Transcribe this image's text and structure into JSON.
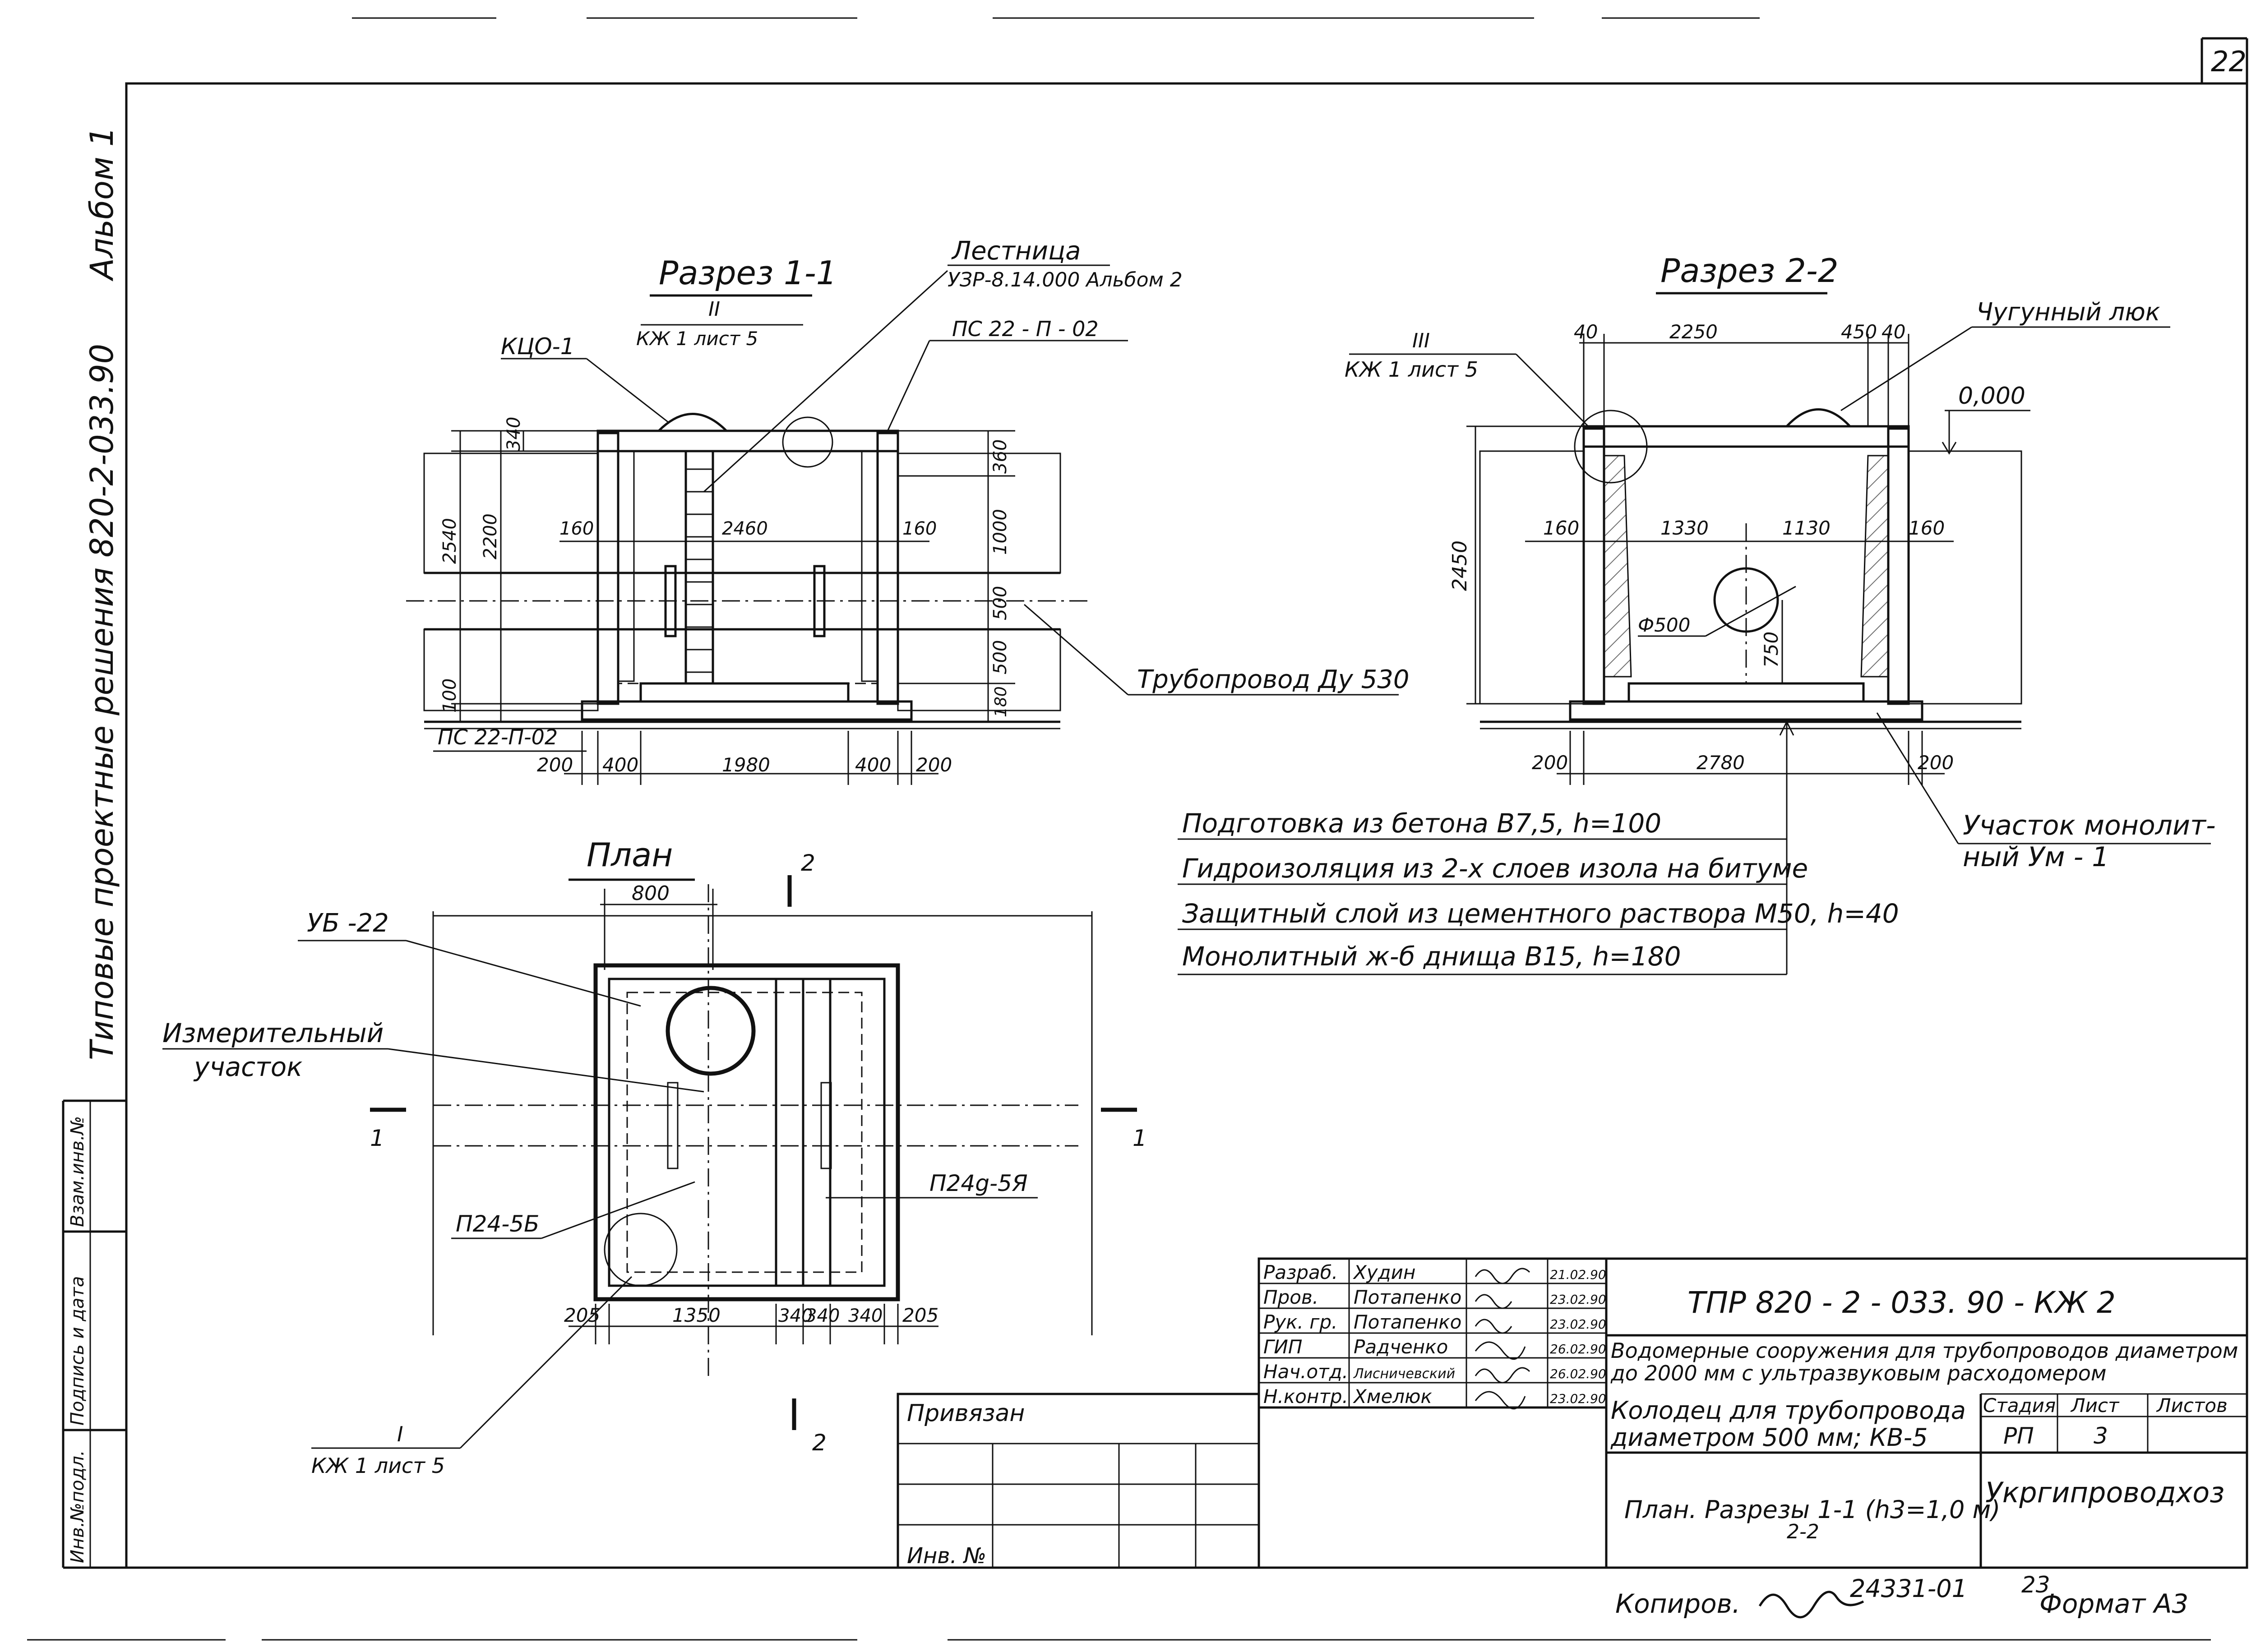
{
  "sheet_number": "22",
  "side_labels": {
    "album": "Альбом 1",
    "series": "Типовые проектные решения 820-2-033.90",
    "col1": "Инв.№подл.",
    "col2": "Подпись и дата",
    "col3": "Взам.инв.№"
  },
  "section1": {
    "title": "Разрез 1-1",
    "ladder_label": "Лестница",
    "ladder_ref": "УЗР-8.14.000 Альбом 2",
    "ref_num": "II",
    "ref_sheet": "КЖ 1 лист 5",
    "kco": "КЦО-1",
    "pc_top": "ПС 22 - П - 02",
    "pc_bottom": "ПС 22-П-02",
    "pipe": "Трубопровод Ду 530",
    "dims": {
      "d340": "340",
      "d2540": "2540",
      "d2200": "2200",
      "d100": "100",
      "d160l": "160",
      "d2460": "2460",
      "d160r": "160",
      "d360": "360",
      "d1000": "1000",
      "d500a": "500",
      "d500b": "500",
      "d180": "180",
      "b200l": "200",
      "b400l": "400",
      "b1980": "1980",
      "b400r": "400",
      "b200r": "200"
    }
  },
  "section2": {
    "title": "Разрез 2-2",
    "ref_num": "III",
    "ref_sheet": "КЖ 1 лист 5",
    "hatch": "Чугунный люк",
    "level": "0,000",
    "dims": {
      "t40l": "40",
      "t2250": "2250",
      "t450": "450",
      "t40r": "40",
      "h2450": "2450",
      "d160l": "160",
      "d1330": "1330",
      "d1130": "1130",
      "d160r": "160",
      "phi": "Ф500",
      "d750": "750",
      "b200l": "200",
      "b2780": "2780",
      "b200r": "200"
    },
    "monolith": "Участок монолит-",
    "monolith2": "ный Ум - 1"
  },
  "layers": [
    "Подготовка из бетона В7,5, h=100",
    "Гидроизоляция из 2-х слоев изола на битуме",
    "Защитный слой из цементного раствора М50, h=40",
    "Монолитный ж-б днища В15, h=180"
  ],
  "plan": {
    "title": "План",
    "d800": "800",
    "ub": "УБ -22",
    "measure1": "Измерительный",
    "measure2": "участок",
    "p245b": "П24-5Б",
    "p24g": "П24g-5Я",
    "cut1": "1",
    "cut2": "2",
    "ref_num": "I",
    "ref_sheet": "КЖ 1 лист 5",
    "dims": {
      "d205l": "205",
      "d1350": "1350",
      "d340a": "340",
      "d340b": "340",
      "d340c": "340",
      "d205r": "205"
    }
  },
  "title_block": {
    "roles": [
      "Разраб.",
      "Пров.",
      "Рук. гр.",
      "ГИП",
      "Нач.отд.",
      "Н.контр."
    ],
    "names": [
      "Худин",
      "Потапенко",
      "Потапенко",
      "Радченко",
      "Лисничевский",
      "Хмелюк"
    ],
    "dates": [
      "21.02.90",
      "23.02.90",
      "23.02.90",
      "26.02.90",
      "26.02.90",
      "23.02.90"
    ],
    "code": "ТПР 820 - 2 - 033. 90 - КЖ 2",
    "project1": "Водомерные сооружения для трубопроводов диаметром",
    "project2": "до 2000 мм с ультразвуковым расходомером",
    "sheet_title1": "Колодец для трубопровода",
    "sheet_title2": "диаметром 500 мм; КВ-5",
    "sheet_title3": "План. Разрезы 1-1 (h3=1,0 м)",
    "sheet_title4": "2-2",
    "stage_hdr": "Стадия",
    "sheet_hdr": "Лист",
    "sheets_hdr": "Листов",
    "stage": "РП",
    "sheet": "3",
    "org": "Укргипроводхоз",
    "bound": "Привязан",
    "inv": "Инв. №"
  },
  "footer": {
    "copied": "Копиров.",
    "number": "24331-01",
    "page": "23",
    "format": "Формат А3"
  }
}
